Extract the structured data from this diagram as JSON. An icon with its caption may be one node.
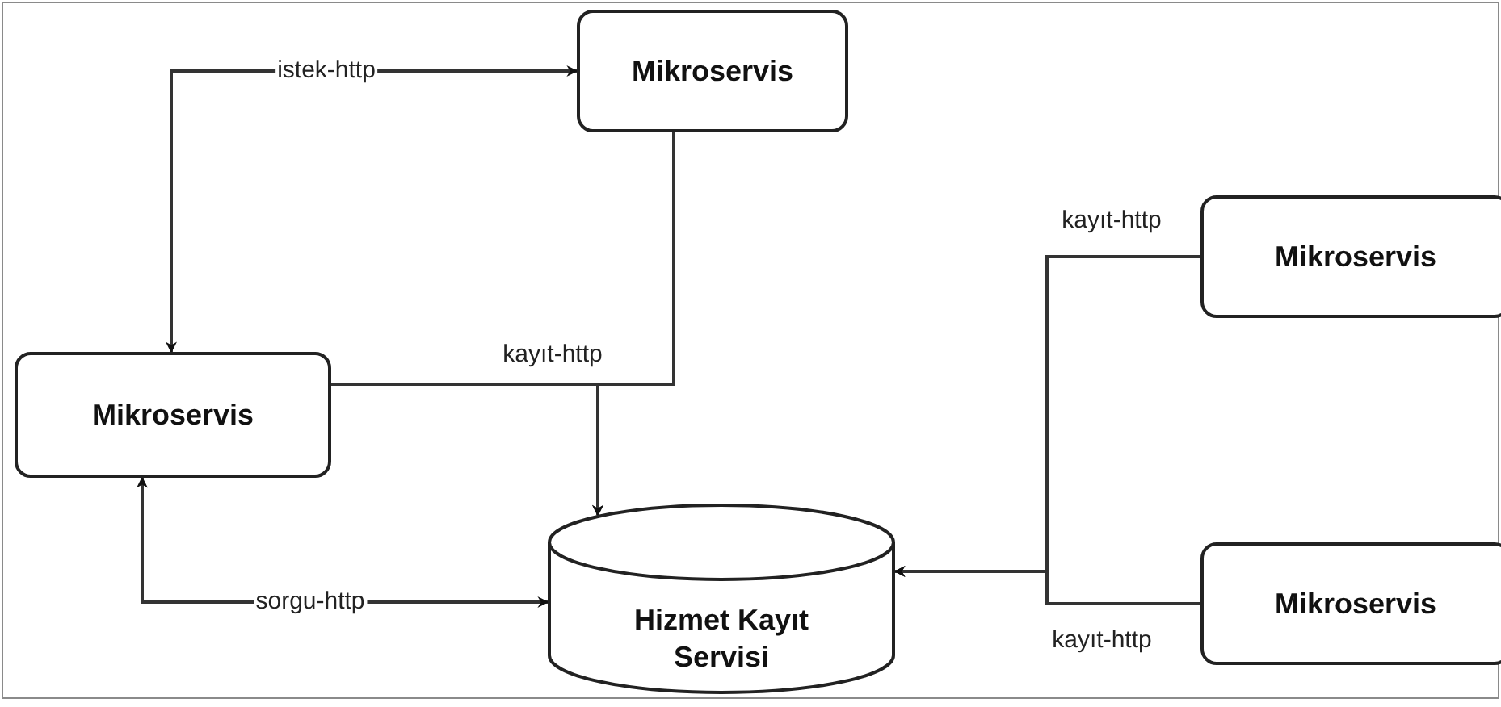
{
  "diagram": {
    "nodes": [
      {
        "text": [
          "Mikroservis"
        ]
      },
      {
        "text": [
          "Mikroservis"
        ]
      },
      {
        "text": [
          "Hizmet Kayıt Servisi"
        ]
      },
      {
        "text": [
          "Mikroservis"
        ]
      },
      {
        "text": [
          "Mikroservis"
        ]
      }
    ],
    "edges": [
      {
        "from": 1,
        "to": 0,
        "arrow": "both",
        "label": "istek-http"
      },
      {
        "from": 0,
        "to": 2,
        "arrow": "to",
        "label": "kayıt-http"
      },
      {
        "from": 1,
        "to": 2,
        "arrow": "to"
      },
      {
        "from": 1,
        "to": 2,
        "arrow": "both",
        "label": "sorgu-http"
      },
      {
        "from": 3,
        "to": 2,
        "arrow": "to",
        "label": "kayıt-http"
      },
      {
        "from": 4,
        "to": 2,
        "arrow": "to",
        "label": "kayıt-http"
      }
    ]
  }
}
